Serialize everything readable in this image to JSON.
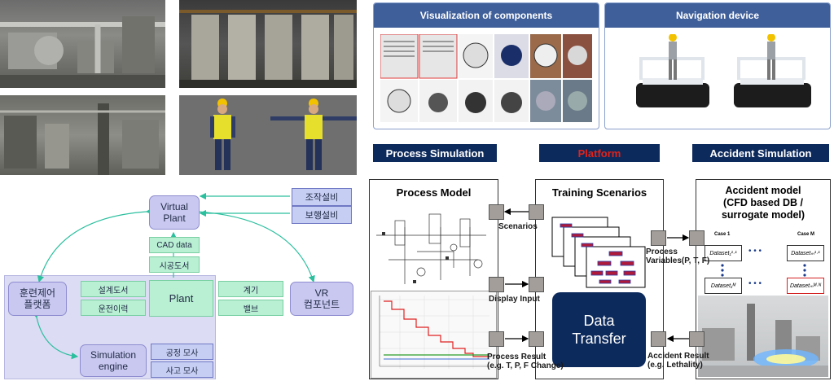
{
  "left_diagram": {
    "virtual_plant": "Virtual\nPlant",
    "cad_data": "CAD data",
    "construction_drawings": "시공도서",
    "plant": "Plant",
    "design_docs": "설계도서",
    "operation_history": "운전이력",
    "training_platform": "훈련제어\n플랫폼",
    "simulation_engine": "Simulation\nengine",
    "process_sim_kr": "공정 모사",
    "accident_sim_kr": "사고 모사",
    "control_equipment": "조작설비",
    "walking_equipment": "보행설비",
    "instrument": "계기",
    "valve": "밸브",
    "vr_components": "VR\n컴포넌트"
  },
  "right_diagram": {
    "visualization_title": "Visualization of components",
    "navigation_title": "Navigation device",
    "header_process": "Process Simulation",
    "header_platform": "Platform",
    "header_accident": "Accident Simulation",
    "process_model": "Process Model",
    "training_scenarios": "Training Scenarios",
    "accident_model": "Accident model\n(CFD based DB /\nsurrogate model)",
    "scenarios": "Scenarios",
    "display_input": "Display Input",
    "process_result": "Process Result\n(e.g. T, P, F Change)",
    "process_variables": "Process\nVariables(P, T, F)",
    "accident_result": "Accident Result\n(e.g. Lethality)",
    "data_transfer": "Data\nTransfer",
    "case_1": "Case 1",
    "case_m": "Case M",
    "dataset_11": "Dataset₁¹·¹",
    "dataset_m1": "Datasetₘ¹·¹",
    "dataset_1n": "Dataset₁ᴹ",
    "dataset_mn": "Datasetₘᴹ·ᴺ",
    "dots": "• • •"
  },
  "colors": {
    "navy": "#0d2a5c",
    "platform_red": "#e2231a",
    "panel_blue": "#3f5f9a",
    "lavender": "#c9c8f0",
    "mint": "#b9efd3",
    "periwinkle": "#c7cef3",
    "arrow_green": "#2bbf9e"
  }
}
